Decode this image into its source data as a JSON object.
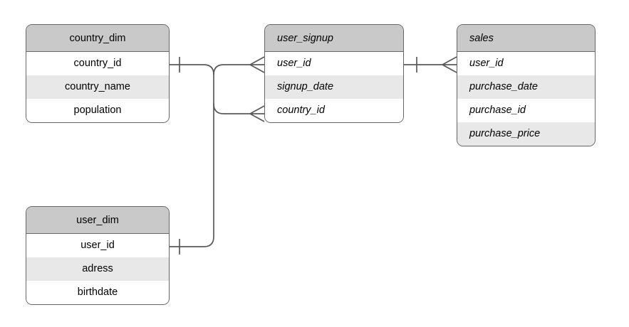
{
  "diagram": {
    "title": "entity relationship diagram",
    "background": "#ffffff",
    "header_fill": "#c9c9c9",
    "row_fill": "#ffffff",
    "row_alt_fill": "#e8e8e8",
    "border_color": "#666666",
    "line_color": "#595959"
  },
  "tables": [
    {
      "id": "country_dim",
      "name": "country_dim",
      "style": "center",
      "columns": [
        {
          "name": "country_id",
          "shaded": false
        },
        {
          "name": "country_name",
          "shaded": true
        },
        {
          "name": "population",
          "shaded": false
        }
      ]
    },
    {
      "id": "user_signup",
      "name": "user_signup",
      "style": "italic",
      "columns": [
        {
          "name": "user_id",
          "shaded": false
        },
        {
          "name": "signup_date",
          "shaded": true
        },
        {
          "name": "country_id",
          "shaded": false
        }
      ]
    },
    {
      "id": "sales",
      "name": "sales",
      "style": "italic",
      "columns": [
        {
          "name": "user_id",
          "shaded": false
        },
        {
          "name": "purchase_date",
          "shaded": true
        },
        {
          "name": "purchase_id",
          "shaded": false
        },
        {
          "name": "purchase_price",
          "shaded": true
        }
      ]
    },
    {
      "id": "user_dim",
      "name": "user_dim",
      "style": "center",
      "columns": [
        {
          "name": "user_id",
          "shaded": false
        },
        {
          "name": "adress",
          "shaded": true
        },
        {
          "name": "birthdate",
          "shaded": false
        }
      ]
    }
  ],
  "relationships": [
    {
      "id": "country-to-signup-userid",
      "from_table": "country_dim",
      "from_column": "country_id",
      "to_table": "user_signup",
      "to_column": "user_id",
      "from_notation": "one",
      "to_notation": "many"
    },
    {
      "id": "country-to-signup-countryid",
      "from_table": "country_dim",
      "from_column": "country_id",
      "to_table": "user_signup",
      "to_column": "country_id",
      "from_notation": "one",
      "to_notation": "many"
    },
    {
      "id": "userdim-to-signup",
      "from_table": "user_dim",
      "from_column": "user_id",
      "to_table": "user_signup",
      "to_column": "user_id",
      "from_notation": "one",
      "to_notation": "many"
    },
    {
      "id": "signup-to-sales",
      "from_table": "user_signup",
      "from_column": "user_id",
      "to_table": "sales",
      "to_column": "user_id",
      "from_notation": "one",
      "to_notation": "many"
    }
  ]
}
